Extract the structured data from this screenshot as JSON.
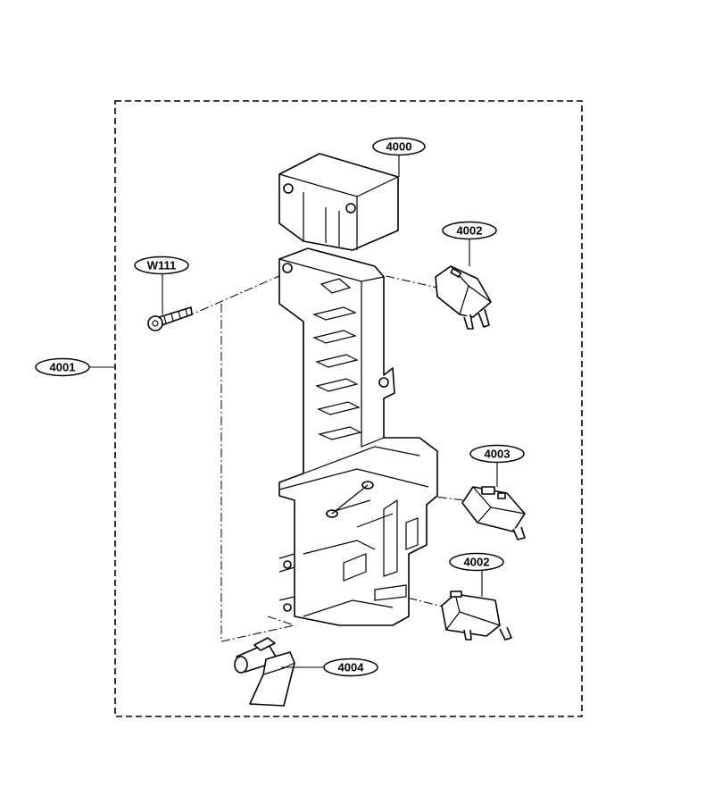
{
  "callouts": {
    "c4000": "4000",
    "c4001": "4001",
    "c4002a": "4002",
    "c4002b": "4002",
    "c4003": "4003",
    "c4004": "4004",
    "cW111": "W111"
  }
}
